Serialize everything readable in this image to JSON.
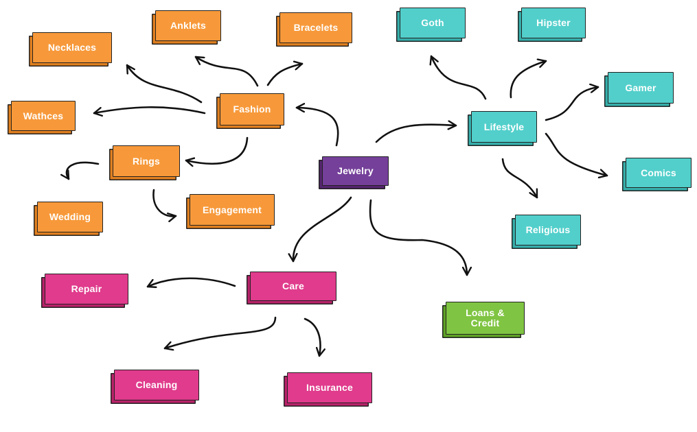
{
  "diagram": {
    "type": "mind-map",
    "colors": {
      "fashion_branch": "#f7993a",
      "lifestyle_branch": "#52cfcb",
      "center": "#75409a",
      "care_branch": "#e03b8c",
      "loans_branch": "#7fc442",
      "arrow": "#111111"
    },
    "nodes": {
      "jewelry": "Jewelry",
      "fashion": "Fashion",
      "necklaces": "Necklaces",
      "anklets": "Anklets",
      "bracelets": "Bracelets",
      "watches": "Wathces",
      "rings": "Rings",
      "wedding": "Wedding",
      "engagement": "Engagement",
      "lifestyle": "Lifestyle",
      "goth": "Goth",
      "hipster": "Hipster",
      "gamer": "Gamer",
      "comics": "Comics",
      "religious": "Religious",
      "care": "Care",
      "repair": "Repair",
      "cleaning": "Cleaning",
      "insurance": "Insurance",
      "loans_credit": "Loans & Credit"
    },
    "edges": [
      {
        "from": "jewelry",
        "to": "fashion"
      },
      {
        "from": "jewelry",
        "to": "lifestyle"
      },
      {
        "from": "jewelry",
        "to": "care"
      },
      {
        "from": "jewelry",
        "to": "loans_credit"
      },
      {
        "from": "fashion",
        "to": "necklaces"
      },
      {
        "from": "fashion",
        "to": "anklets"
      },
      {
        "from": "fashion",
        "to": "bracelets"
      },
      {
        "from": "fashion",
        "to": "watches"
      },
      {
        "from": "fashion",
        "to": "rings"
      },
      {
        "from": "rings",
        "to": "wedding"
      },
      {
        "from": "rings",
        "to": "engagement"
      },
      {
        "from": "lifestyle",
        "to": "goth"
      },
      {
        "from": "lifestyle",
        "to": "hipster"
      },
      {
        "from": "lifestyle",
        "to": "gamer"
      },
      {
        "from": "lifestyle",
        "to": "comics"
      },
      {
        "from": "lifestyle",
        "to": "religious"
      },
      {
        "from": "care",
        "to": "repair"
      },
      {
        "from": "care",
        "to": "cleaning"
      },
      {
        "from": "care",
        "to": "insurance"
      }
    ]
  }
}
